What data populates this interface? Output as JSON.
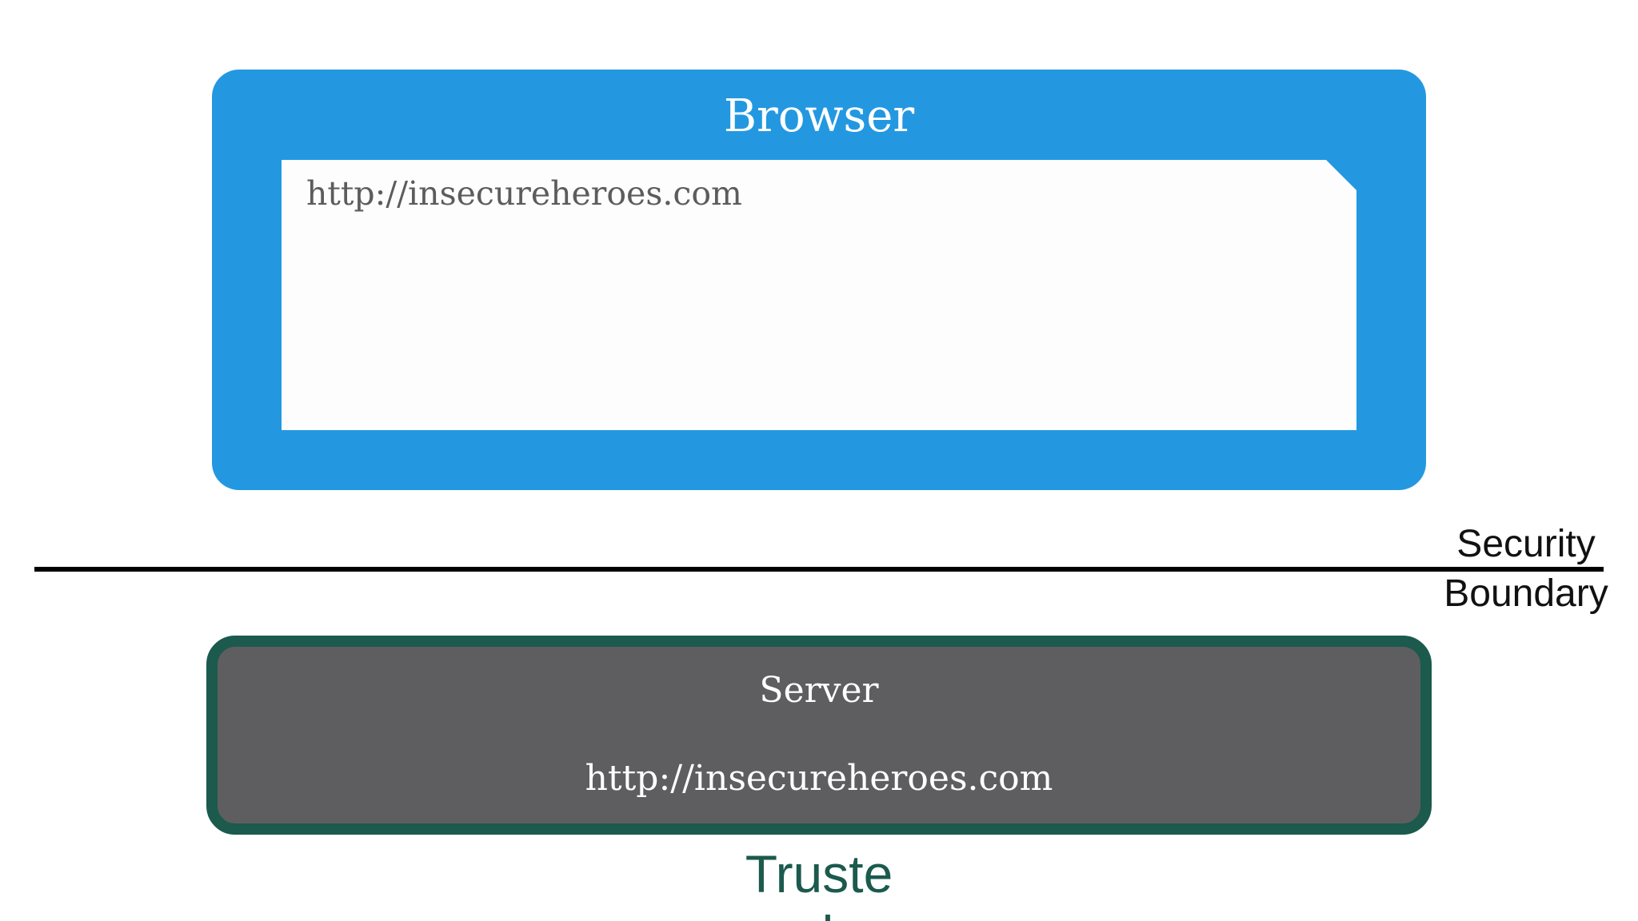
{
  "browser": {
    "title": "Browser",
    "url": "http://insecureheroes.com",
    "color": "#2398e1"
  },
  "boundary": {
    "line1": "Security",
    "line2": "Boundary"
  },
  "server": {
    "title": "Server",
    "url": "http://insecureheroes.com",
    "fill_color": "#5e5e60",
    "border_color": "#1b5a4d"
  },
  "trusted": {
    "line1": "Truste",
    "line2": "d"
  }
}
